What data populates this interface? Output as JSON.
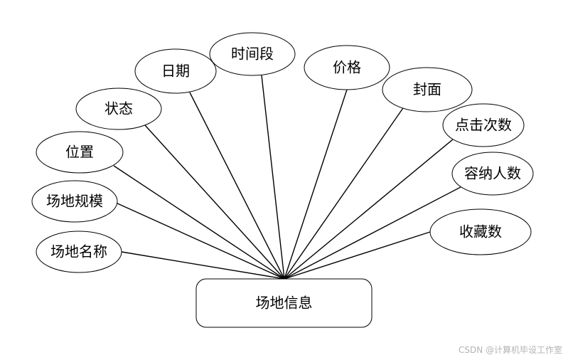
{
  "diagram": {
    "entity": {
      "label": "场地信息"
    },
    "attributes": [
      {
        "label": "场地名称"
      },
      {
        "label": "场地规模"
      },
      {
        "label": "位置"
      },
      {
        "label": "状态"
      },
      {
        "label": "日期"
      },
      {
        "label": "时间段"
      },
      {
        "label": "价格"
      },
      {
        "label": "封面"
      },
      {
        "label": "点击次数"
      },
      {
        "label": "容纳人数"
      },
      {
        "label": "收藏数"
      }
    ]
  },
  "watermark": "CSDN @计算机毕设工作室"
}
